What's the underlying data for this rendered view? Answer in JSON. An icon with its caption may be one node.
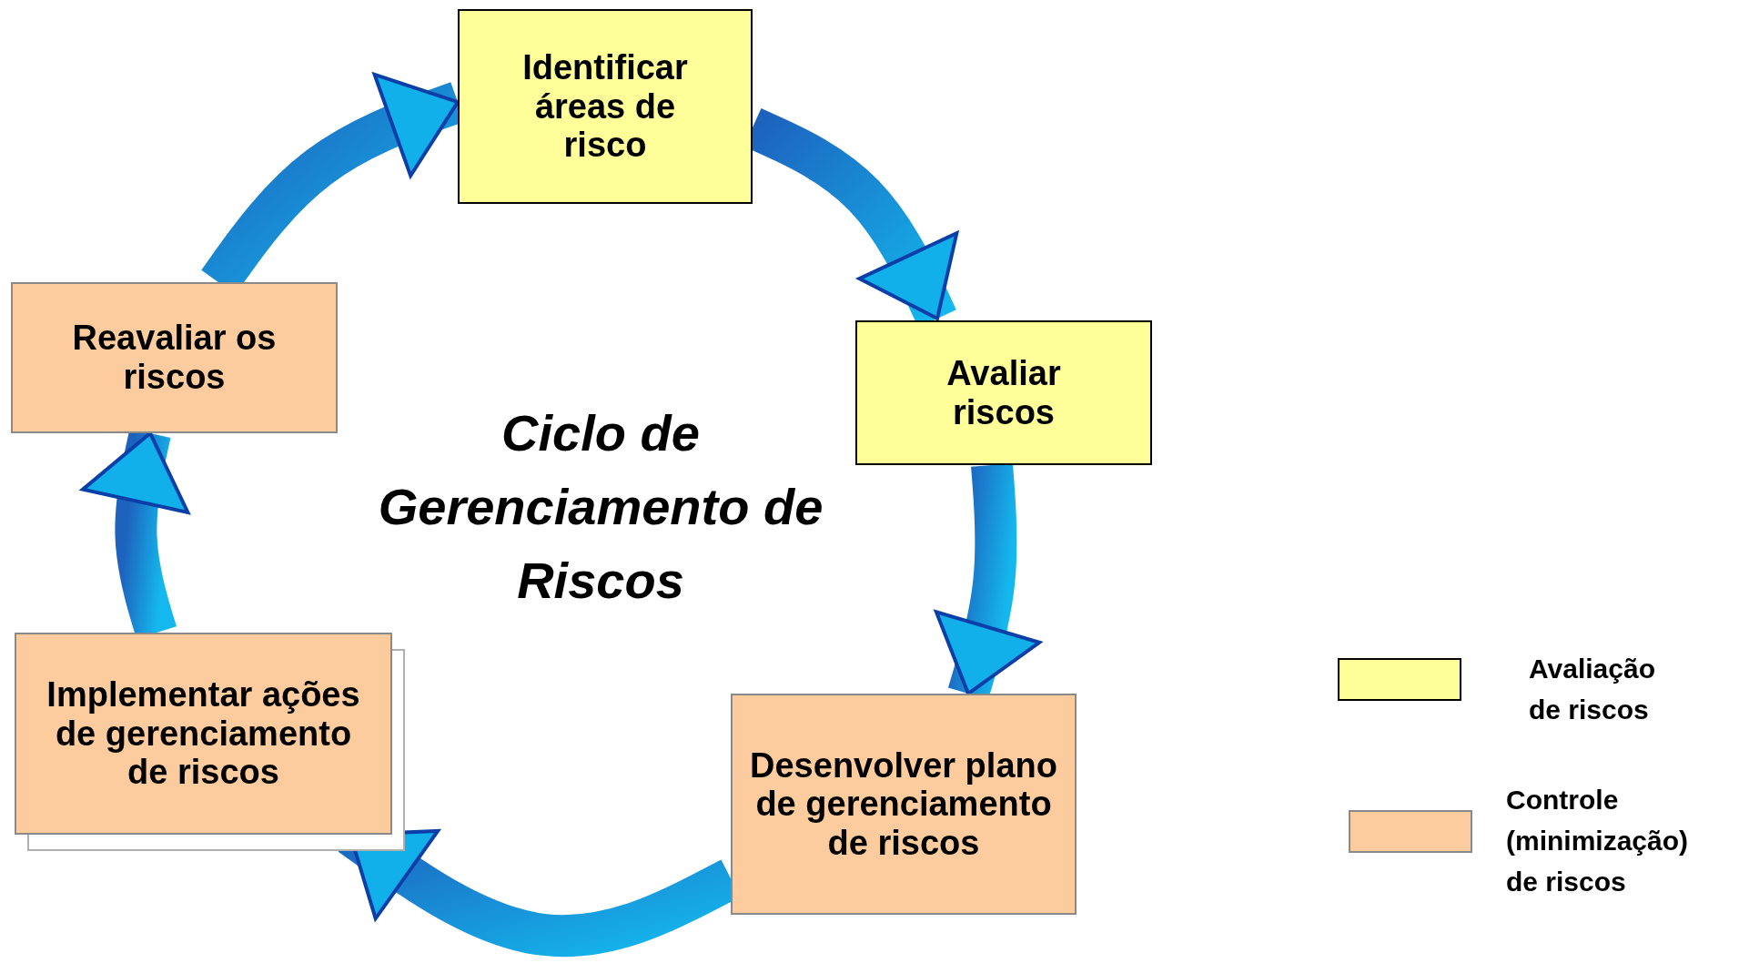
{
  "diagram": {
    "title": "Ciclo de Gerenciamento de Riscos",
    "nodes": [
      {
        "text": [
          "Identificar áreas de risco"
        ]
      },
      {
        "text": [
          "Avaliar riscos"
        ]
      },
      {
        "text": [
          "Desenvolver plano de gerenciamento de riscos"
        ]
      },
      {
        "text": [
          "Implementar ações de gerenciamento de riscos"
        ]
      },
      {
        "text": [
          "Reavaliar os riscos"
        ]
      }
    ],
    "edges": [
      {
        "from": 0,
        "to": 1,
        "arrow": "to"
      },
      {
        "from": 1,
        "to": 2,
        "arrow": "to"
      },
      {
        "from": 2,
        "to": 3,
        "arrow": "to"
      },
      {
        "from": 3,
        "to": 4,
        "arrow": "to"
      },
      {
        "from": 4,
        "to": 0,
        "arrow": "to"
      }
    ],
    "legend": [
      {
        "text": "Avaliação de riscos",
        "color": "#ffff99"
      },
      {
        "text": "Controle (minimização) de riscos",
        "color": "#fccc9e"
      }
    ]
  }
}
